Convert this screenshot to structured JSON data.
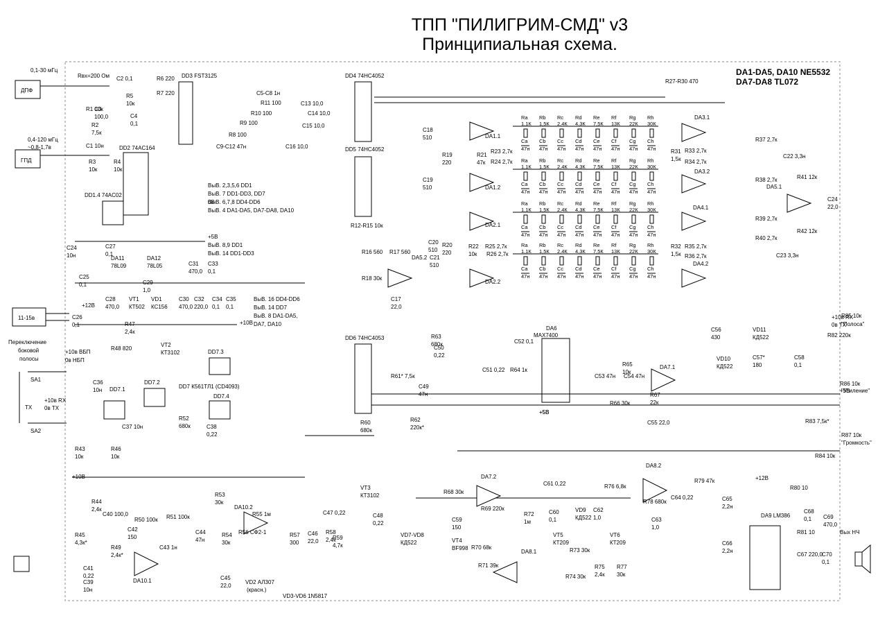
{
  "title": {
    "line1": "ТПП \"ПИЛИГРИМ-СМД\"  v3",
    "line2": "Принципиальная схема."
  },
  "header_right": {
    "line1": "DA1-DA5, DA10  NE5532",
    "line2": "DA7-DA8  TL072"
  },
  "colors": {
    "ink": "#000000",
    "frame": "#888888",
    "background": "#ffffff"
  },
  "labels": [
    {
      "t": "0,1-30 мГц"
    },
    {
      "t": "ДПФ"
    },
    {
      "t": "Rвх=200 Ом"
    },
    {
      "t": "C2 0,1"
    },
    {
      "t": "R6  220"
    },
    {
      "t": "R7  220"
    },
    {
      "t": "DD3  FST3125"
    },
    {
      "t": "R5"
    },
    {
      "t": "10к"
    },
    {
      "t": "C3"
    },
    {
      "t": "100,0"
    },
    {
      "t": "C4"
    },
    {
      "t": "0,1"
    },
    {
      "t": "R1 10к"
    },
    {
      "t": "R2"
    },
    {
      "t": "7,5к"
    },
    {
      "t": "0,4-120 мГц"
    },
    {
      "t": "~0,8-1,7в"
    },
    {
      "t": "ГПД"
    },
    {
      "t": "C1 10н"
    },
    {
      "t": "R3"
    },
    {
      "t": "10к"
    },
    {
      "t": "R4"
    },
    {
      "t": "10к"
    },
    {
      "t": "DD2 74AC164"
    },
    {
      "t": "DD1.4  74AC02"
    },
    {
      "t": "C5-C8 1н"
    },
    {
      "t": "R11  100"
    },
    {
      "t": "R10  100"
    },
    {
      "t": "R9  100"
    },
    {
      "t": "R8  100"
    },
    {
      "t": "C9-C12  47н"
    },
    {
      "t": "C13  10,0"
    },
    {
      "t": "C14  10,0"
    },
    {
      "t": "C15  10,0"
    },
    {
      "t": "C16  10,0"
    },
    {
      "t": "DD4  74HC4052"
    },
    {
      "t": "DD5  74HC4052"
    },
    {
      "t": "R27-R30  470"
    },
    {
      "t": "ВыВ.  2,3,5,6  DD1"
    },
    {
      "t": "ВыВ.  7   DD1-DD3, DD7"
    },
    {
      "t": "ВыВ.  6,7,8   DD4-DD6"
    },
    {
      "t": "ВыВ.  4   DA1-DA5, DA7-DA8, DA10"
    },
    {
      "t": "0В"
    },
    {
      "t": "+5В"
    },
    {
      "t": "ВыВ.  8,9   DD1"
    },
    {
      "t": "ВыВ.  14   DD1-DD3"
    },
    {
      "t": "C24"
    },
    {
      "t": "10н"
    },
    {
      "t": "C27"
    },
    {
      "t": "0,1"
    },
    {
      "t": "DA11"
    },
    {
      "t": "78L09"
    },
    {
      "t": "DA12"
    },
    {
      "t": "78L05"
    },
    {
      "t": "C31"
    },
    {
      "t": "470,0"
    },
    {
      "t": "C33"
    },
    {
      "t": "0,1"
    },
    {
      "t": "C25"
    },
    {
      "t": "0,1"
    },
    {
      "t": "C29"
    },
    {
      "t": "1,0"
    },
    {
      "t": "+12В"
    },
    {
      "t": "C28"
    },
    {
      "t": "470,0"
    },
    {
      "t": "VT1"
    },
    {
      "t": "КТ502"
    },
    {
      "t": "VD1"
    },
    {
      "t": "КС156"
    },
    {
      "t": "C30"
    },
    {
      "t": "470,0"
    },
    {
      "t": "C32"
    },
    {
      "t": "220,0"
    },
    {
      "t": "C34"
    },
    {
      "t": "0,1"
    },
    {
      "t": "C35"
    },
    {
      "t": "0,1"
    },
    {
      "t": "ВыВ.  16   DD4-DD6"
    },
    {
      "t": "ВыВ.  14   DD7"
    },
    {
      "t": "ВыВ.  8   DA1-DA5,"
    },
    {
      "t": "DA7, DA10"
    },
    {
      "t": "+10В"
    },
    {
      "t": "11-15в"
    },
    {
      "t": "C26"
    },
    {
      "t": "0,1"
    },
    {
      "t": "R47"
    },
    {
      "t": "2,4к"
    },
    {
      "t": "R48  820"
    },
    {
      "t": "VT2"
    },
    {
      "t": "КТ3102"
    },
    {
      "t": "Переключение"
    },
    {
      "t": "боковой"
    },
    {
      "t": "полосы"
    },
    {
      "t": "SA1"
    },
    {
      "t": "+10в ВБП"
    },
    {
      "t": "0в НБП"
    },
    {
      "t": "C36"
    },
    {
      "t": "10н"
    },
    {
      "t": "DD7.3"
    },
    {
      "t": "DD7.2"
    },
    {
      "t": "DD7  К561ТЛ1 (CD4093)"
    },
    {
      "t": "DD7.1"
    },
    {
      "t": "DD7.4"
    },
    {
      "t": "TX"
    },
    {
      "t": "+10в RX"
    },
    {
      "t": "0в  TX"
    },
    {
      "t": "SA2"
    },
    {
      "t": "C37 10н"
    },
    {
      "t": "R52"
    },
    {
      "t": "680к"
    },
    {
      "t": "C38"
    },
    {
      "t": "0,22"
    },
    {
      "t": "R43"
    },
    {
      "t": "10к"
    },
    {
      "t": "R46"
    },
    {
      "t": "10к"
    },
    {
      "t": "+10В"
    },
    {
      "t": "R44"
    },
    {
      "t": "2,4к"
    },
    {
      "t": "C40  100,0"
    },
    {
      "t": "R45"
    },
    {
      "t": "4,3к*"
    },
    {
      "t": "R49"
    },
    {
      "t": "2,4к*"
    },
    {
      "t": "C41"
    },
    {
      "t": "0,22"
    },
    {
      "t": "C39"
    },
    {
      "t": "10н"
    },
    {
      "t": "C42"
    },
    {
      "t": "150"
    },
    {
      "t": "R50 100к"
    },
    {
      "t": "R51 100к"
    },
    {
      "t": "C43 1н"
    },
    {
      "t": "C44"
    },
    {
      "t": "47н"
    },
    {
      "t": "DA10.1"
    },
    {
      "t": "DA10.2"
    },
    {
      "t": "R53"
    },
    {
      "t": "30к"
    },
    {
      "t": "R54"
    },
    {
      "t": "30к"
    },
    {
      "t": "C45"
    },
    {
      "t": "22,0"
    },
    {
      "t": "R55 1м"
    },
    {
      "t": "R56 СФ2-1"
    },
    {
      "t": "R57"
    },
    {
      "t": "300"
    },
    {
      "t": "C46"
    },
    {
      "t": "22,0"
    },
    {
      "t": "R58"
    },
    {
      "t": "2,4к"
    },
    {
      "t": "VD2 АЛ307"
    },
    {
      "t": "(красн.)"
    },
    {
      "t": "VD3-VD6  1N5817"
    },
    {
      "t": "C47 0,22"
    },
    {
      "t": "R59"
    },
    {
      "t": "4,7к"
    },
    {
      "t": "VT3"
    },
    {
      "t": "КТ3102"
    },
    {
      "t": "C48"
    },
    {
      "t": "0,22"
    },
    {
      "t": "VD7-VD8"
    },
    {
      "t": "КД522"
    },
    {
      "t": "DD6  74HC4053"
    },
    {
      "t": "R63"
    },
    {
      "t": "680к"
    },
    {
      "t": "C50"
    },
    {
      "t": "0,22"
    },
    {
      "t": "R61*  7,5к"
    },
    {
      "t": "C51  0,22"
    },
    {
      "t": "R64  1к"
    },
    {
      "t": "C49"
    },
    {
      "t": "47н"
    },
    {
      "t": "R60"
    },
    {
      "t": "680к"
    },
    {
      "t": "R62"
    },
    {
      "t": "220к*"
    },
    {
      "t": "+5В"
    },
    {
      "t": "DA6"
    },
    {
      "t": "MAX7400"
    },
    {
      "t": "C52  0,1"
    },
    {
      "t": "R65"
    },
    {
      "t": "10к"
    },
    {
      "t": "C53  47н"
    },
    {
      "t": "C54  47н"
    },
    {
      "t": "R67"
    },
    {
      "t": "22к"
    },
    {
      "t": "DA7.1"
    },
    {
      "t": "R66  30к"
    },
    {
      "t": "C55  22,0"
    },
    {
      "t": "+5В"
    },
    {
      "t": "C56"
    },
    {
      "t": "430"
    },
    {
      "t": "VD11"
    },
    {
      "t": "КД522"
    },
    {
      "t": "R82  220к"
    },
    {
      "t": "VD10"
    },
    {
      "t": "КД522"
    },
    {
      "t": "C57*"
    },
    {
      "t": "180"
    },
    {
      "t": "C58"
    },
    {
      "t": "0,1"
    },
    {
      "t": "+10в RX"
    },
    {
      "t": "0в  TX"
    },
    {
      "t": "R85  10к"
    },
    {
      "t": "\"Полоса\""
    },
    {
      "t": "+5В"
    },
    {
      "t": "R86  10к"
    },
    {
      "t": "\"Усиление\""
    },
    {
      "t": "R83  7,5к*"
    },
    {
      "t": "R87 10к"
    },
    {
      "t": "\"Громкость\""
    },
    {
      "t": "R84  10к"
    },
    {
      "t": "R68  30к"
    },
    {
      "t": "DA7.2"
    },
    {
      "t": "R69  220к"
    },
    {
      "t": "C59"
    },
    {
      "t": "150"
    },
    {
      "t": "VT4"
    },
    {
      "t": "BF998"
    },
    {
      "t": "R70  68к"
    },
    {
      "t": "R71  39к"
    },
    {
      "t": "DA8.1"
    },
    {
      "t": "C61  0,22"
    },
    {
      "t": "R72"
    },
    {
      "t": "1м"
    },
    {
      "t": "C60"
    },
    {
      "t": "0,1"
    },
    {
      "t": "VD9"
    },
    {
      "t": "КД522"
    },
    {
      "t": "C62"
    },
    {
      "t": "1,0"
    },
    {
      "t": "VT5"
    },
    {
      "t": "КТ209"
    },
    {
      "t": "VT6"
    },
    {
      "t": "КТ209"
    },
    {
      "t": "R73  30к"
    },
    {
      "t": "R75"
    },
    {
      "t": "2,4к"
    },
    {
      "t": "R77"
    },
    {
      "t": "30к"
    },
    {
      "t": "R74  30к"
    },
    {
      "t": "R76  6,8к"
    },
    {
      "t": "DA8.2"
    },
    {
      "t": "R78  680к"
    },
    {
      "t": "C63"
    },
    {
      "t": "1,0"
    },
    {
      "t": "C64  0,22"
    },
    {
      "t": "R79  47к"
    },
    {
      "t": "C65"
    },
    {
      "t": "2,2н"
    },
    {
      "t": "+12В"
    },
    {
      "t": "R80  10"
    },
    {
      "t": "C68"
    },
    {
      "t": "0,1"
    },
    {
      "t": "C69"
    },
    {
      "t": "470,0"
    },
    {
      "t": "DA9  LM386"
    },
    {
      "t": "C66"
    },
    {
      "t": "2,2н"
    },
    {
      "t": "R81  10"
    },
    {
      "t": "C67  220,0"
    },
    {
      "t": "C70"
    },
    {
      "t": "0,1"
    },
    {
      "t": "Вых НЧ"
    },
    {
      "t": "R16  560"
    },
    {
      "t": "R17  560"
    },
    {
      "t": "DA5.2"
    },
    {
      "t": "R18  30к"
    },
    {
      "t": "C17"
    },
    {
      "t": "22,0"
    },
    {
      "t": "R12-R15  10к"
    },
    {
      "t": "C18"
    },
    {
      "t": "510"
    },
    {
      "t": "R19"
    },
    {
      "t": "220"
    },
    {
      "t": "R21"
    },
    {
      "t": "47к"
    },
    {
      "t": "R23  2,7к"
    },
    {
      "t": "R24  2,7к"
    },
    {
      "t": "DA1.1"
    },
    {
      "t": "DA1.2"
    },
    {
      "t": "C19"
    },
    {
      "t": "510"
    },
    {
      "t": "DA2.1"
    },
    {
      "t": "DA2.2"
    },
    {
      "t": "C20"
    },
    {
      "t": "510"
    },
    {
      "t": "R20"
    },
    {
      "t": "220"
    },
    {
      "t": "R22"
    },
    {
      "t": "10к"
    },
    {
      "t": "R25  2,7к"
    },
    {
      "t": "R26  2,7к"
    },
    {
      "t": "C21"
    },
    {
      "t": "510"
    },
    {
      "t": "DA3.1"
    },
    {
      "t": "DA3.2"
    },
    {
      "t": "DA4.1"
    },
    {
      "t": "DA4.2"
    },
    {
      "t": "DA5.1"
    },
    {
      "t": "R31"
    },
    {
      "t": "1,5к"
    },
    {
      "t": "R32"
    },
    {
      "t": "1,5к"
    },
    {
      "t": "R33  2,7к"
    },
    {
      "t": "R34  2,7к"
    },
    {
      "t": "R35  2,7к"
    },
    {
      "t": "R36  2,7к"
    },
    {
      "t": "R37  2,7к"
    },
    {
      "t": "C22  3,3н"
    },
    {
      "t": "R38  2,7к"
    },
    {
      "t": "R41  12к"
    },
    {
      "t": "C24"
    },
    {
      "t": "22,0"
    },
    {
      "t": "R39  2,7к"
    },
    {
      "t": "R42  12к"
    },
    {
      "t": "R40  2,7к"
    },
    {
      "t": "C23  3,3н"
    }
  ],
  "ladder": {
    "res_names": [
      "Ra",
      "Rb",
      "Rc",
      "Rd",
      "Re",
      "Rf",
      "Rg",
      "Rh"
    ],
    "res_values": [
      "1,1К",
      "1,5К",
      "2,4К",
      "4,3К",
      "7,5К",
      "13К",
      "22К",
      "30К"
    ],
    "cap_names": [
      "Ca",
      "Cb",
      "Cc",
      "Cd",
      "Ce",
      "Cf",
      "Cg",
      "Ch"
    ],
    "cap_value": "47н"
  }
}
